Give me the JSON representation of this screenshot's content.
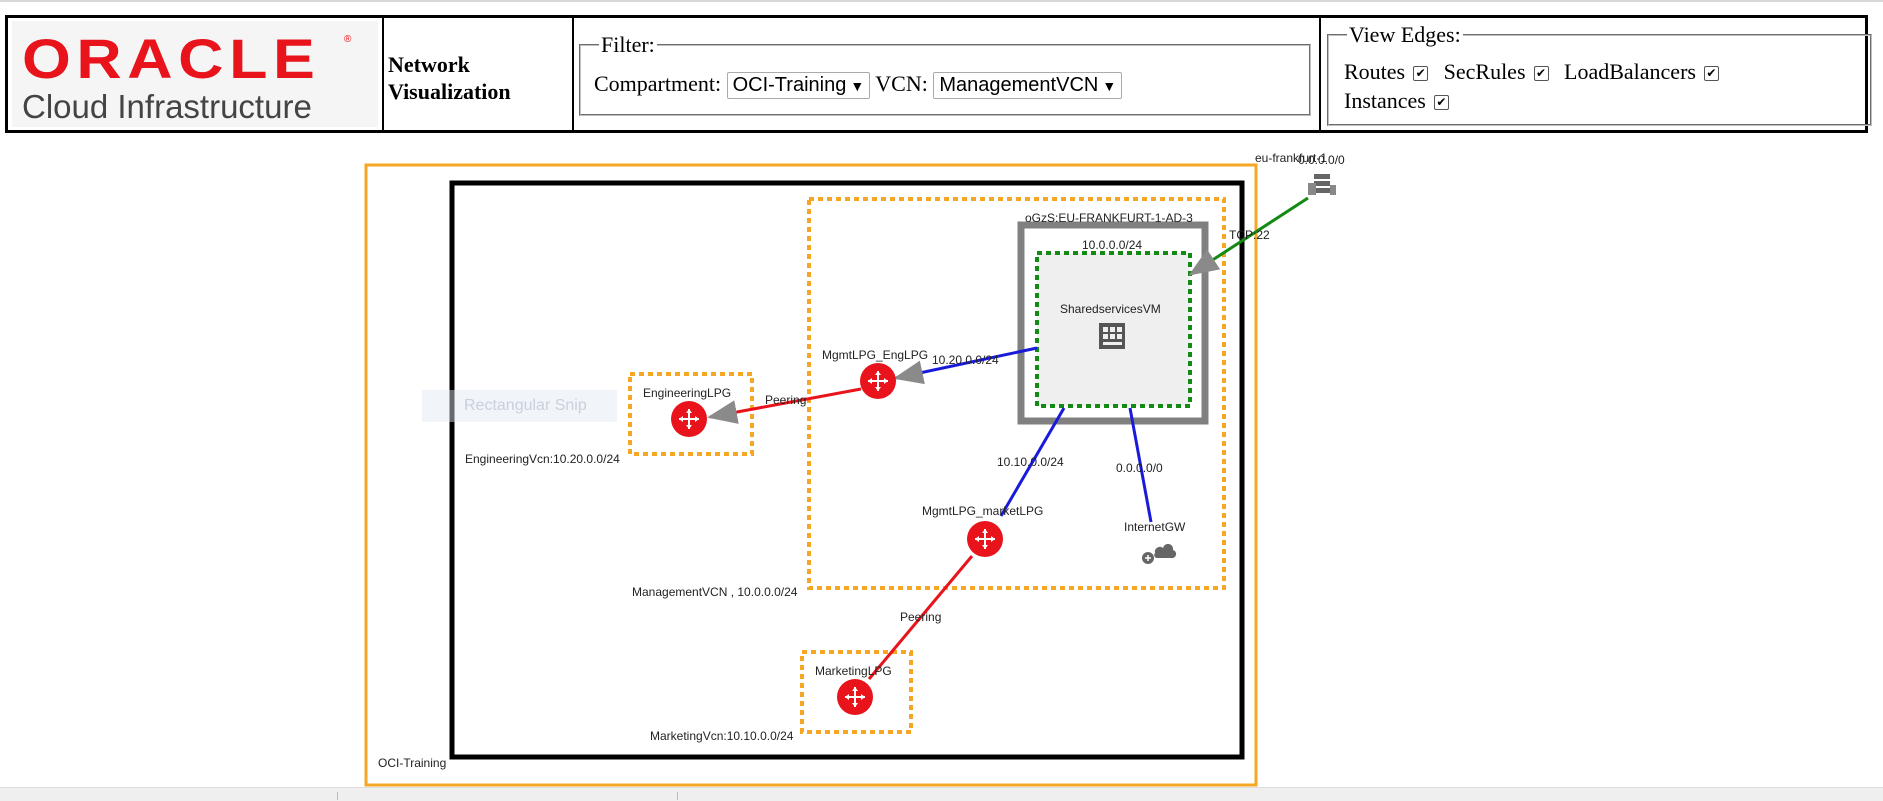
{
  "logo": {
    "brand": "ORACLE",
    "registered": "®",
    "subtitle": "Cloud Infrastructure"
  },
  "title": {
    "line1": "Network",
    "line2": "Visualization"
  },
  "filter": {
    "legend": "Filter:",
    "compartment_label": "Compartment:",
    "compartment_value": "OCI-Training",
    "vcn_label": "VCN:",
    "vcn_value": "ManagementVCN"
  },
  "view_edges": {
    "legend": "View Edges:",
    "routes": "Routes",
    "secrules": "SecRules",
    "loadbalancers": "LoadBalancers",
    "instances": "Instances",
    "checked": "✔"
  },
  "colors": {
    "compartment_border": "#f5a623",
    "vcn_border": "#000000",
    "lpg_node": "#e8131b",
    "route_edge": "#1a1adb",
    "peering_edge": "#e8131b",
    "secrule_edge": "#138a13",
    "subnet_border": "#138a13",
    "ad_border": "#808080"
  },
  "diagram": {
    "region": "eu-frankfurt-1",
    "region_cidr": "0.0.0.0/0",
    "secrule_label": "TCP:22",
    "compartment": "OCI-Training",
    "ad": "oGzS:EU-FRANKFURT-1-AD-3",
    "subnet_cidr": "10.0.0.0/24",
    "instance": "SharedservicesVM",
    "lpg_eng": "MgmtLPG_EngLPG",
    "lpg_eng_route": "10.20.0.0/24",
    "lpg_market": "MgmtLPG_marketLPG",
    "lpg_market_route": "10.10.0.0/24",
    "igw": "InternetGW",
    "igw_route": "0.0.0.0/0",
    "mgmt_vcn": "ManagementVCN , 10.0.0.0/24",
    "eng_lpg": "EngineeringLPG",
    "eng_vcn": "EngineeringVcn:10.20.0.0/24",
    "peering": "Peering",
    "mkt_lpg": "MarketingLPG",
    "mkt_vcn": "MarketingVcn:10.10.0.0/24",
    "ghost_text": "Rectangular Snip"
  }
}
